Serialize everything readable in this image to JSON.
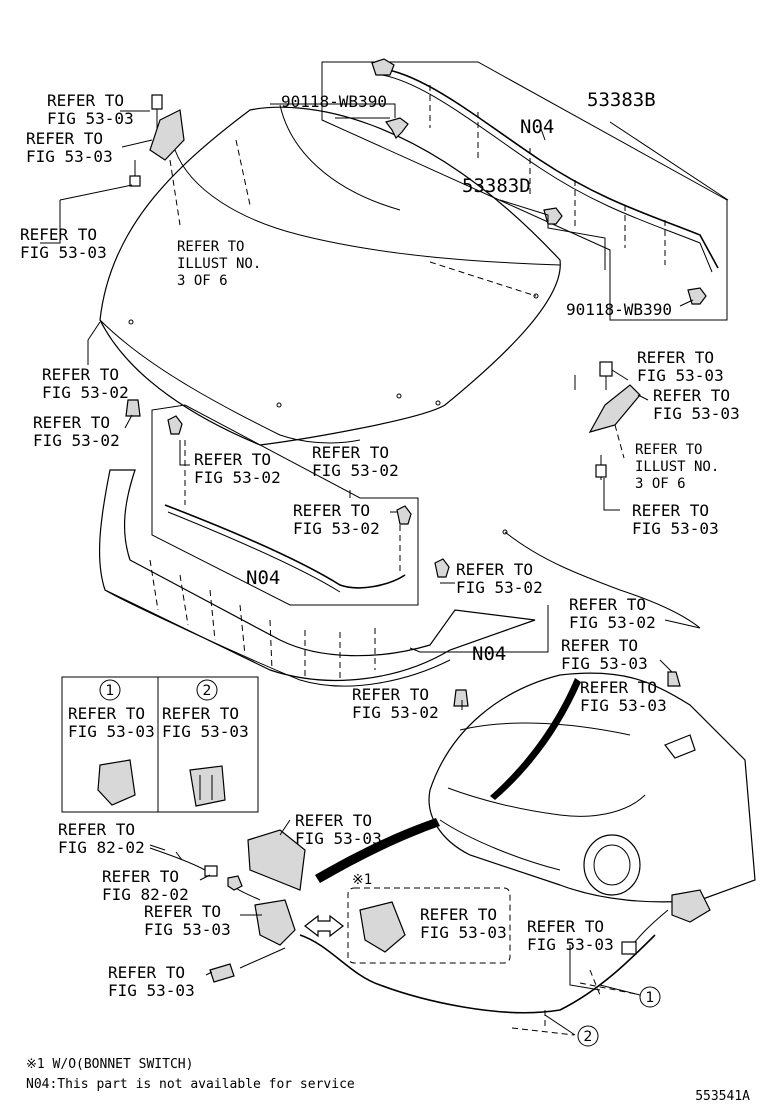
{
  "labels": {
    "refer_53_03": "REFER TO\nFIG 53-03",
    "refer_53_02": "REFER TO\nFIG 53-02",
    "refer_82_02": "REFER TO\nFIG 82-02",
    "refer_illust": "REFER TO\nILLUST NO.\n3 OF 6",
    "part_90118": "90118-WB390",
    "part_53383B": "53383B",
    "part_53383D": "53383D",
    "n04": "N04",
    "note_mark": "※1"
  },
  "inset": {
    "col1_number": "1",
    "col2_number": "2",
    "col1_text": "REFER TO\nFIG 53-03",
    "col2_text": "REFER TO\nFIG 53-03"
  },
  "callouts": {
    "circle_1": "1",
    "circle_2": "2"
  },
  "footer": {
    "note1": "※1 W/O(BONNET SWITCH)",
    "note2": "N04:This part is not available for service",
    "code": "553541A"
  }
}
